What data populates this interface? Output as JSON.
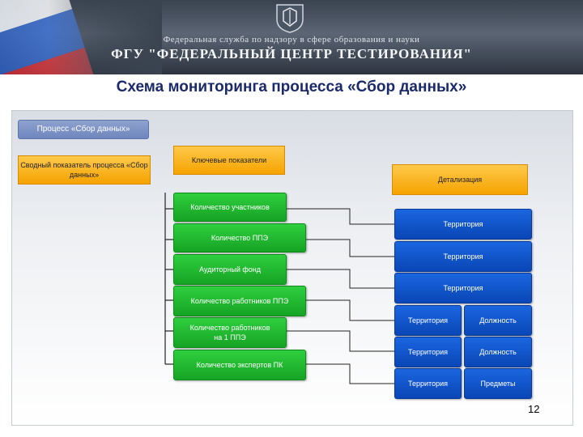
{
  "header": {
    "agency": "Федеральная служба по надзору в сфере образования и науки",
    "center": "ФГУ \"ФЕДЕРАЛЬНЫЙ ЦЕНТР ТЕСТИРОВАНИЯ\""
  },
  "slide": {
    "title": "Схема мониторинга процесса «Сбор данных»",
    "page_number": "12"
  },
  "diagram": {
    "process_label": "Процесс «Сбор данных»",
    "summary_label": "Сводный показатель процесса «Сбор данных»",
    "key_label": "Ключевые показатели",
    "detail_label": "Детализация",
    "indicators": [
      "Количество участников",
      "Количество ППЭ",
      "Аудиторный фонд",
      "Количество работников ППЭ",
      "Количество работников на 1 ППЭ",
      "Количество экспертов ПК"
    ],
    "details": [
      [
        "Территория"
      ],
      [
        "Территория"
      ],
      [
        "Территория"
      ],
      [
        "Территория",
        "Должность"
      ],
      [
        "Территория",
        "Должность"
      ],
      [
        "Территория",
        "Предметы"
      ]
    ]
  },
  "colors": {
    "title": "#1a2a6b",
    "indicator_green": "#16a324",
    "detail_blue": "#0a46b6",
    "key_orange": "#f5a300"
  }
}
